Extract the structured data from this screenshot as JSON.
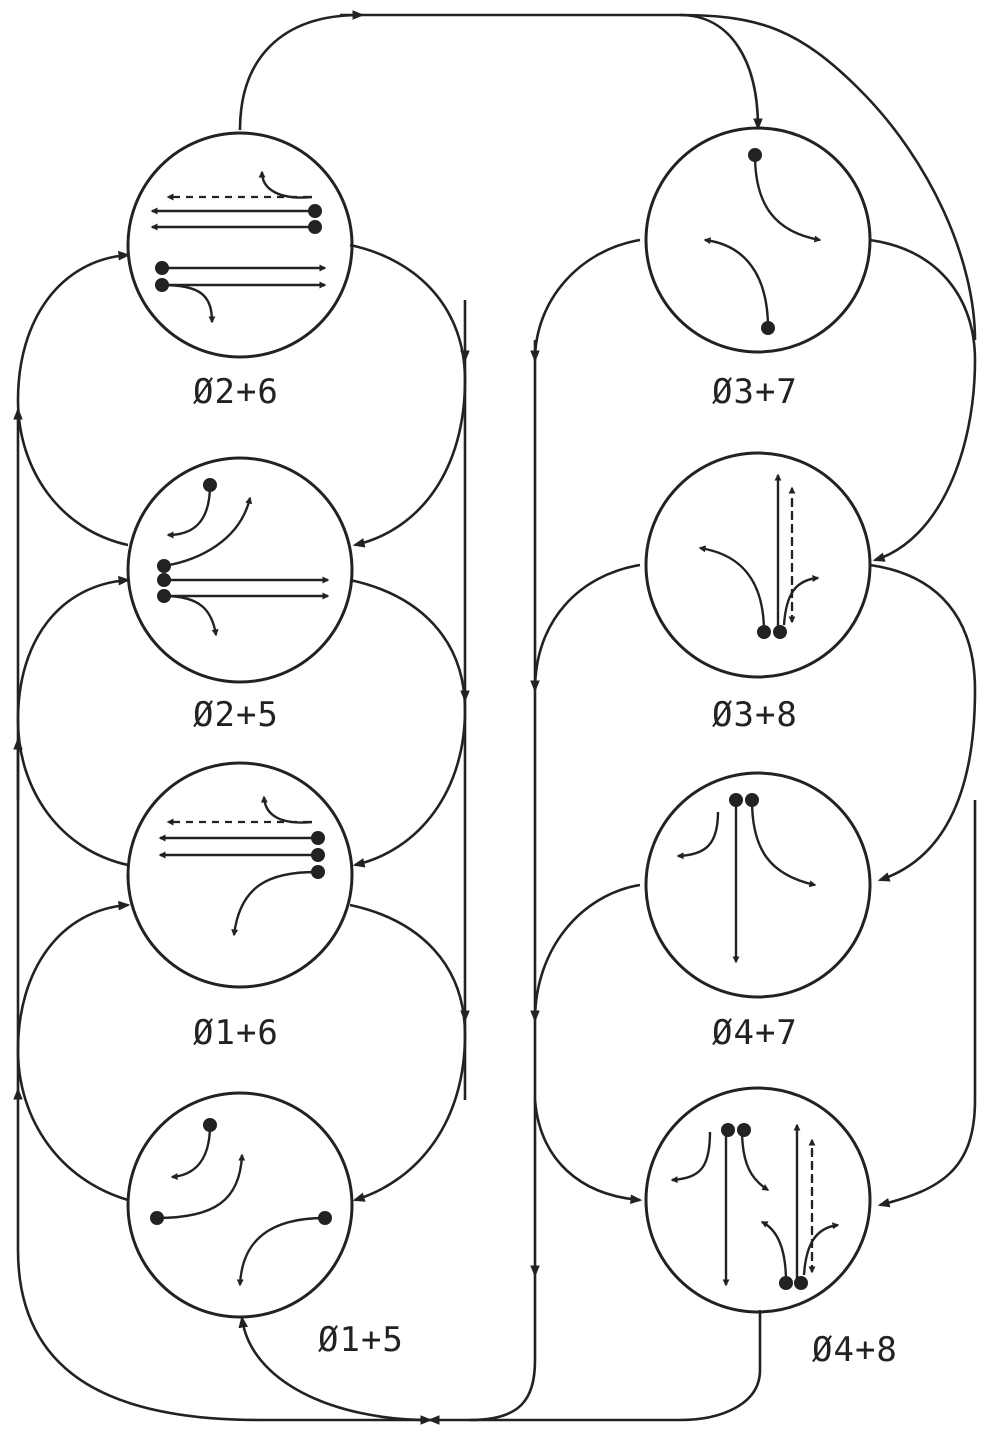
{
  "phases": [
    {
      "id": "p26",
      "label": "Ø2+6"
    },
    {
      "id": "p25",
      "label": "Ø2+5"
    },
    {
      "id": "p16",
      "label": "Ø1+6"
    },
    {
      "id": "p15",
      "label": "Ø1+5"
    },
    {
      "id": "p37",
      "label": "Ø3+7"
    },
    {
      "id": "p38",
      "label": "Ø3+8"
    },
    {
      "id": "p47",
      "label": "Ø4+7"
    },
    {
      "id": "p48",
      "label": "Ø4+8"
    }
  ]
}
